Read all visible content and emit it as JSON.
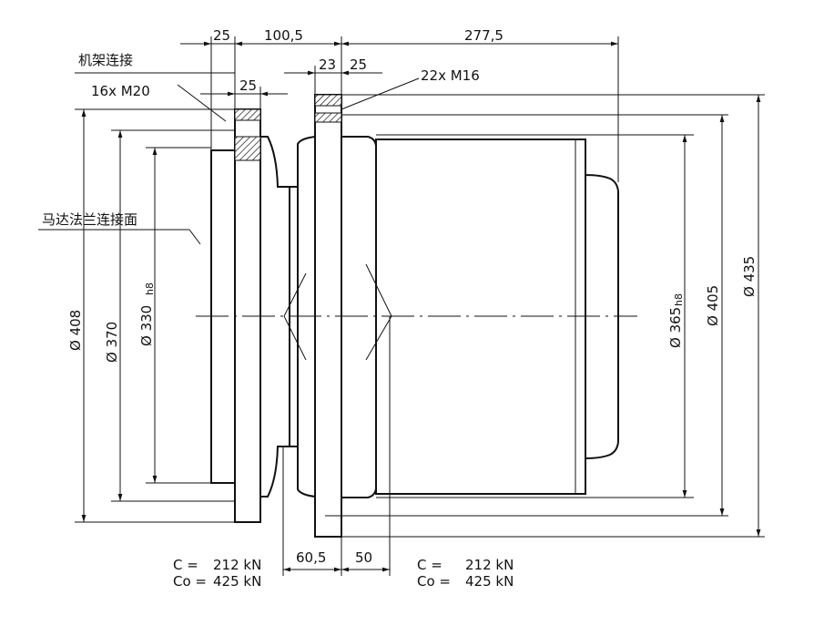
{
  "labels": {
    "frame_connection": "机架连接",
    "motor_flange_face": "马达法兰连接面",
    "bolts_left": "16x  M20",
    "bolts_right": "22x M16"
  },
  "dimensions_top": {
    "d1": "25",
    "d2": "100,5",
    "d3": "277,5",
    "d4": "25",
    "d5": "23",
    "d6": "25"
  },
  "dimensions_bottom": {
    "d1": "60,5",
    "d2": "50"
  },
  "diameters_left": {
    "d408": "Ø 408",
    "d370": "Ø 370",
    "d330": "Ø 330",
    "d330_tol": "h8"
  },
  "diameters_right": {
    "d365": "Ø 365",
    "d365_tol": "h8",
    "d405": "Ø 405",
    "d435": "Ø 435"
  },
  "loads_left": {
    "c_label": "C  =",
    "c_value": "212  kN",
    "co_label": "Co =",
    "co_value": "425  kN"
  },
  "loads_right": {
    "c_label": "C  =",
    "c_value": "212  kN",
    "co_label": "Co =",
    "co_value": "425  kN"
  }
}
